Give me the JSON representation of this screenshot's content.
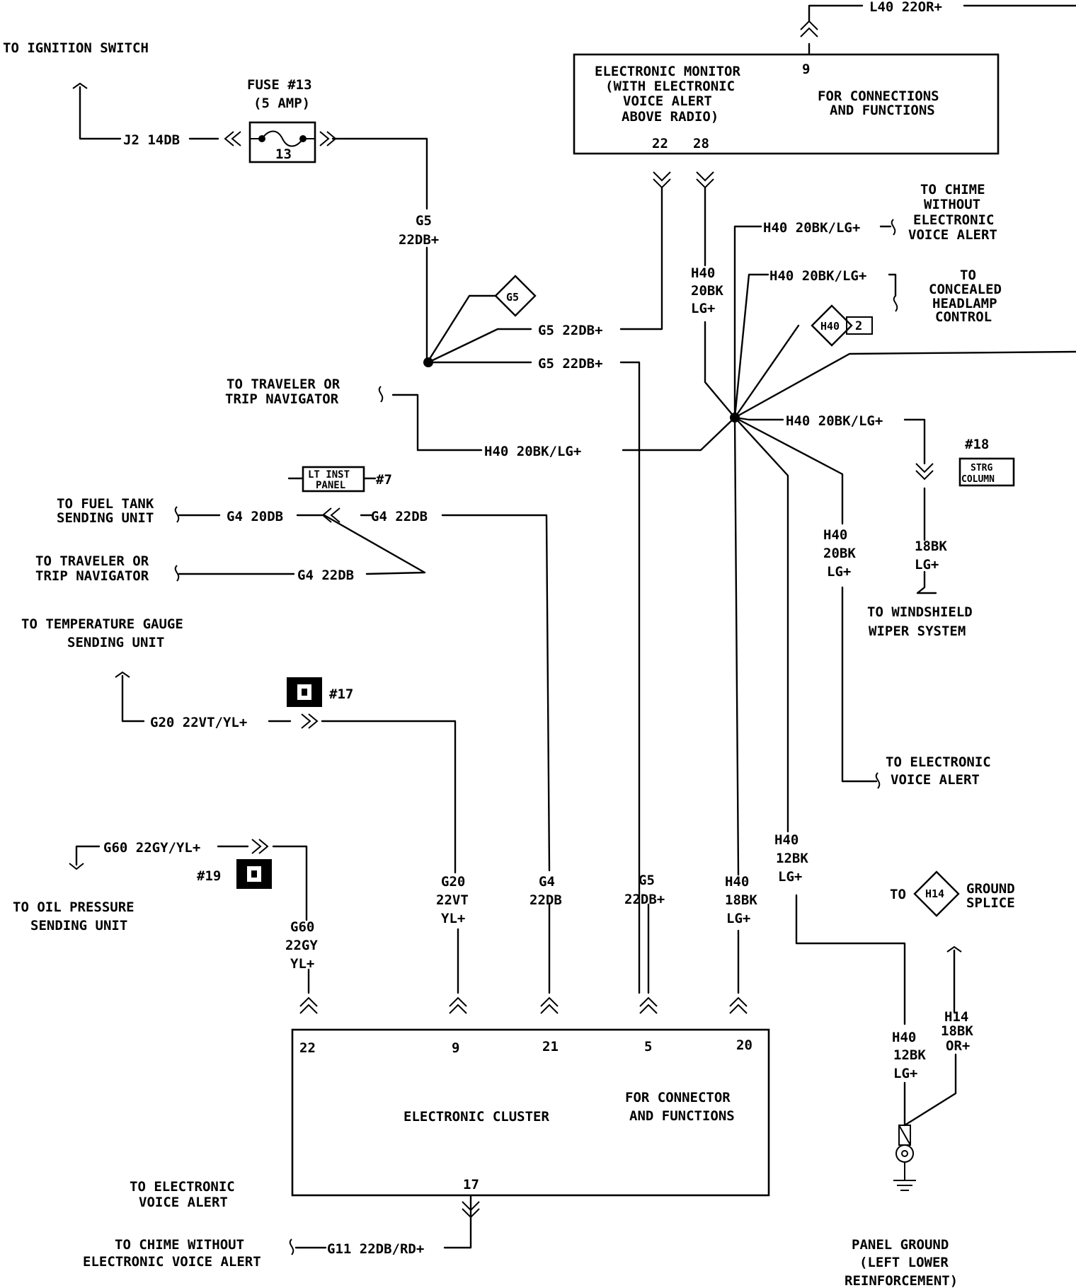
{
  "labels": {
    "ign_switch": "TO IGNITION SWITCH",
    "fuse_title": "FUSE #13",
    "fuse_amp": "(5 AMP)",
    "fuse_num": "13",
    "j2_wire": "J2 14DB",
    "g5_a": "G5",
    "g5_b": "22DB+",
    "g5_splice": "G5",
    "g5_wire_1": "G5 22DB+",
    "g5_wire_2": "G5 22DB+",
    "l40_wire": "L40 22OR+",
    "monitor_1": "ELECTRONIC MONITOR",
    "monitor_2": "(WITH ELECTRONIC",
    "monitor_3": "VOICE ALERT",
    "monitor_4": "ABOVE RADIO)",
    "monitor_pin9": "9",
    "monitor_conn_1": "FOR CONNECTIONS",
    "monitor_conn_2": "AND FUNCTIONS",
    "monitor_pin22": "22",
    "monitor_pin28": "28",
    "chime_1": "TO CHIME",
    "chime_2": "WITHOUT",
    "chime_3": "ELECTRONIC",
    "chime_4": "VOICE ALERT",
    "h40_wire_chime": "H40 20BK/LG+",
    "h40_v_1": "H40",
    "h40_v_2": "20BK",
    "h40_v_3": "LG+",
    "h40_wire_concealed": "H40 20BK/LG+",
    "concealed_1": "TO",
    "concealed_2": "CONCEALED",
    "concealed_3": "HEADLAMP",
    "concealed_4": "CONTROL",
    "h40_splice": "H40",
    "h40_splice_num": "2",
    "traveler_1a": "TO TRAVELER OR",
    "traveler_1b": "TRIP NAVIGATOR",
    "h40_wire_trav": "H40 20BK/LG+",
    "h40_wire_strg": "H40 20BK/LG+",
    "strg_num": "#18",
    "strg_1": "STRG",
    "strg_2": "COLUMN",
    "lt_inst_1": "LT INST",
    "lt_inst_2": "PANEL",
    "lt_inst_num": "#7",
    "fuel_1": "TO FUEL TANK",
    "fuel_2": "SENDING UNIT",
    "g4_wire_1": "G4 20DB",
    "g4_wire_2": "G4 22DB",
    "traveler_2a": "TO TRAVELER OR",
    "traveler_2b": "TRIP NAVIGATOR",
    "g4_wire_3": "G4 22DB",
    "h40_va_1": "H40",
    "h40_va_2": "20BK",
    "h40_va_3": "LG+",
    "wiper_v1": "18BK",
    "wiper_v2": "LG+",
    "wiper_1": "TO WINDSHIELD",
    "wiper_2": "WIPER SYSTEM",
    "temp_1": "TO TEMPERATURE GAUGE",
    "temp_2": "SENDING UNIT",
    "conn17": "#17",
    "g20_wire": "G20 22VT/YL+",
    "eva_1": "TO ELECTRONIC",
    "eva_2": "VOICE ALERT",
    "g60_wire": "G60 22GY/YL+",
    "conn19": "#19",
    "oil_1": "TO OIL PRESSURE",
    "oil_2": "SENDING UNIT",
    "h40_12_1": "H40",
    "h40_12_2": "12BK",
    "h40_12_3": "LG+",
    "ground_to": "TO",
    "h14_splice": "H14",
    "ground_1": "GROUND",
    "ground_2": "SPLICE",
    "g60_v1": "G60",
    "g60_v2": "22GY",
    "g60_v3": "YL+",
    "g20_v1": "G20",
    "g20_v2": "22VT",
    "g20_v3": "YL+",
    "g4_v1": "G4",
    "g4_v2": "22DB",
    "g5_v1": "G5",
    "g5_v2": "22DB+",
    "h40_18_1": "H40",
    "h40_18_2": "18BK",
    "h40_18_3": "LG+",
    "h40_g_1": "H40",
    "h40_g_2": "12BK",
    "h40_g_3": "LG+",
    "h14_1": "H14",
    "h14_2": "18BK",
    "h14_3": "OR+",
    "cl_pin22": "22",
    "cl_pin9": "9",
    "cl_pin21": "21",
    "cl_pin5": "5",
    "cl_pin20": "20",
    "cluster_name": "ELECTRONIC CLUSTER",
    "cluster_conn_1": "FOR CONNECTOR",
    "cluster_conn_2": "AND FUNCTIONS",
    "cl_pin17": "17",
    "eva2_1": "TO ELECTRONIC",
    "eva2_2": "VOICE ALERT",
    "g11_wire": "G11 22DB/RD+",
    "chime2_1": "TO CHIME WITHOUT",
    "chime2_2": "ELECTRONIC VOICE ALERT",
    "panel_1": "PANEL GROUND",
    "panel_2": "(LEFT LOWER",
    "panel_3": "REINFORCEMENT)"
  }
}
